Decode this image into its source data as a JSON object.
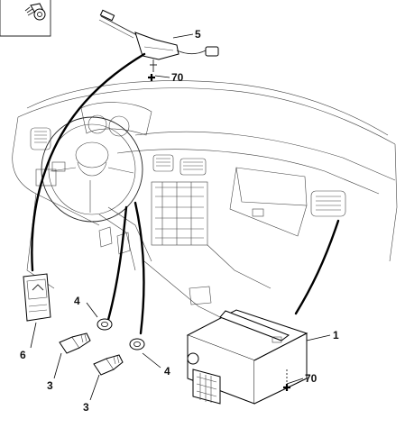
{
  "callouts": {
    "c1": "1",
    "c3a": "3",
    "c3b": "3",
    "c4a": "4",
    "c4b": "4",
    "c5": "5",
    "c6": "6",
    "c70a": "70",
    "c70b": "70"
  },
  "icons": {
    "ground": "ground-plus-icon",
    "inset_screw": "screw-icon"
  }
}
